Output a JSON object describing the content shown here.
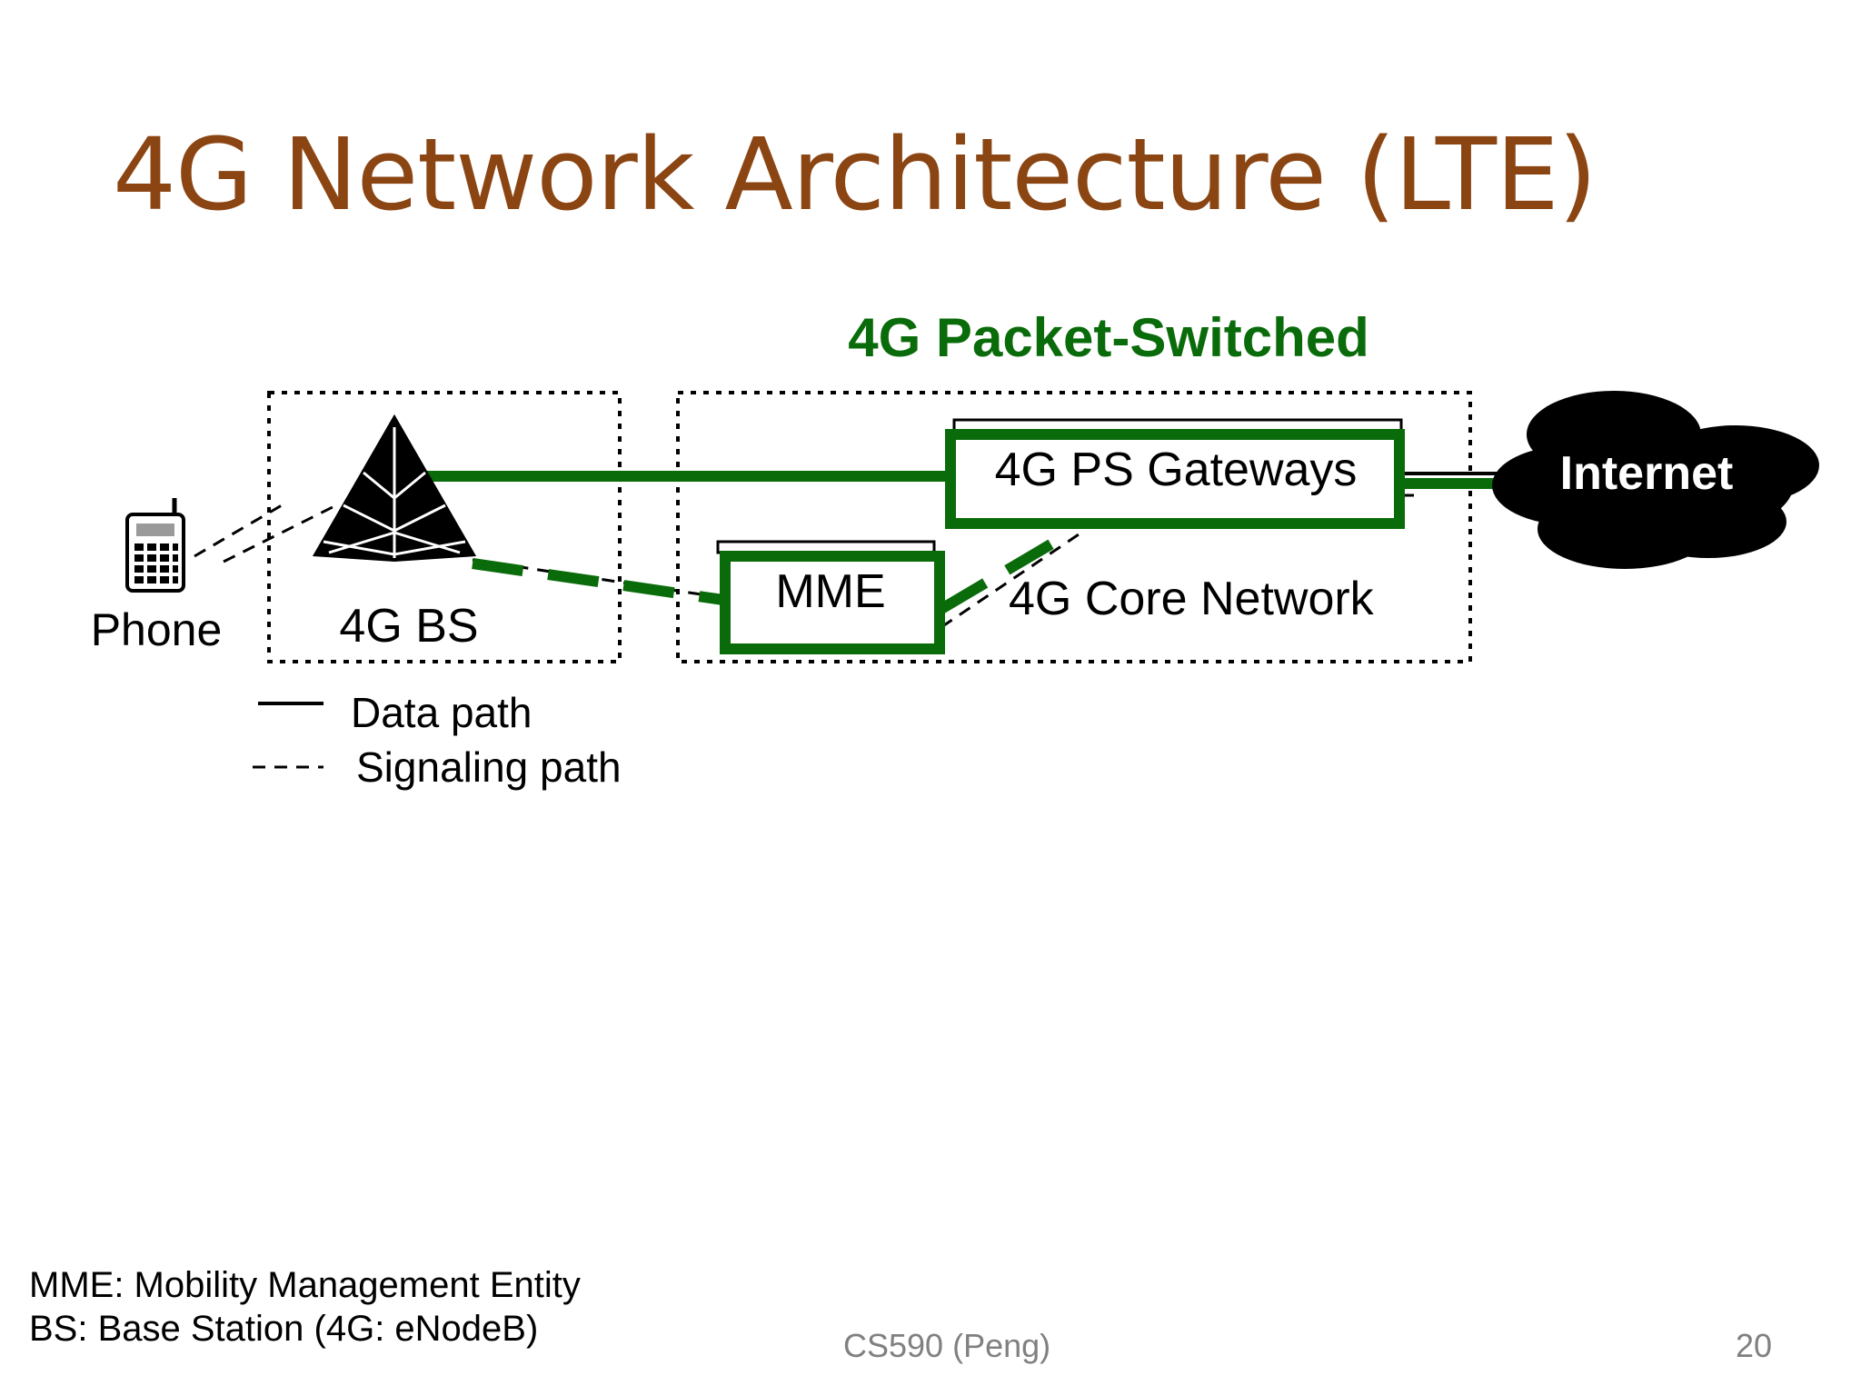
{
  "slide": {
    "title": "4G Network Architecture (LTE)",
    "colors": {
      "title": "#8B4513",
      "highlight": "#0A6B0A",
      "text": "#000000",
      "footer": "#808080"
    }
  },
  "diagram": {
    "section_label": "4G Packet-Switched",
    "nodes": {
      "phone": "Phone",
      "base_station": "4G BS",
      "mme": "MME",
      "gateways": "4G PS Gateways",
      "core_network": "4G Core Network",
      "internet": "Internet"
    },
    "legend": {
      "data_path": "Data path",
      "signaling_path": "Signaling path"
    },
    "icons": [
      "phone-icon",
      "base-station-icon",
      "cloud-icon"
    ]
  },
  "footnotes": [
    "MME: Mobility Management Entity",
    "BS: Base Station (4G: eNodeB)"
  ],
  "footer": {
    "course": "CS590 (Peng)",
    "page": "20"
  }
}
